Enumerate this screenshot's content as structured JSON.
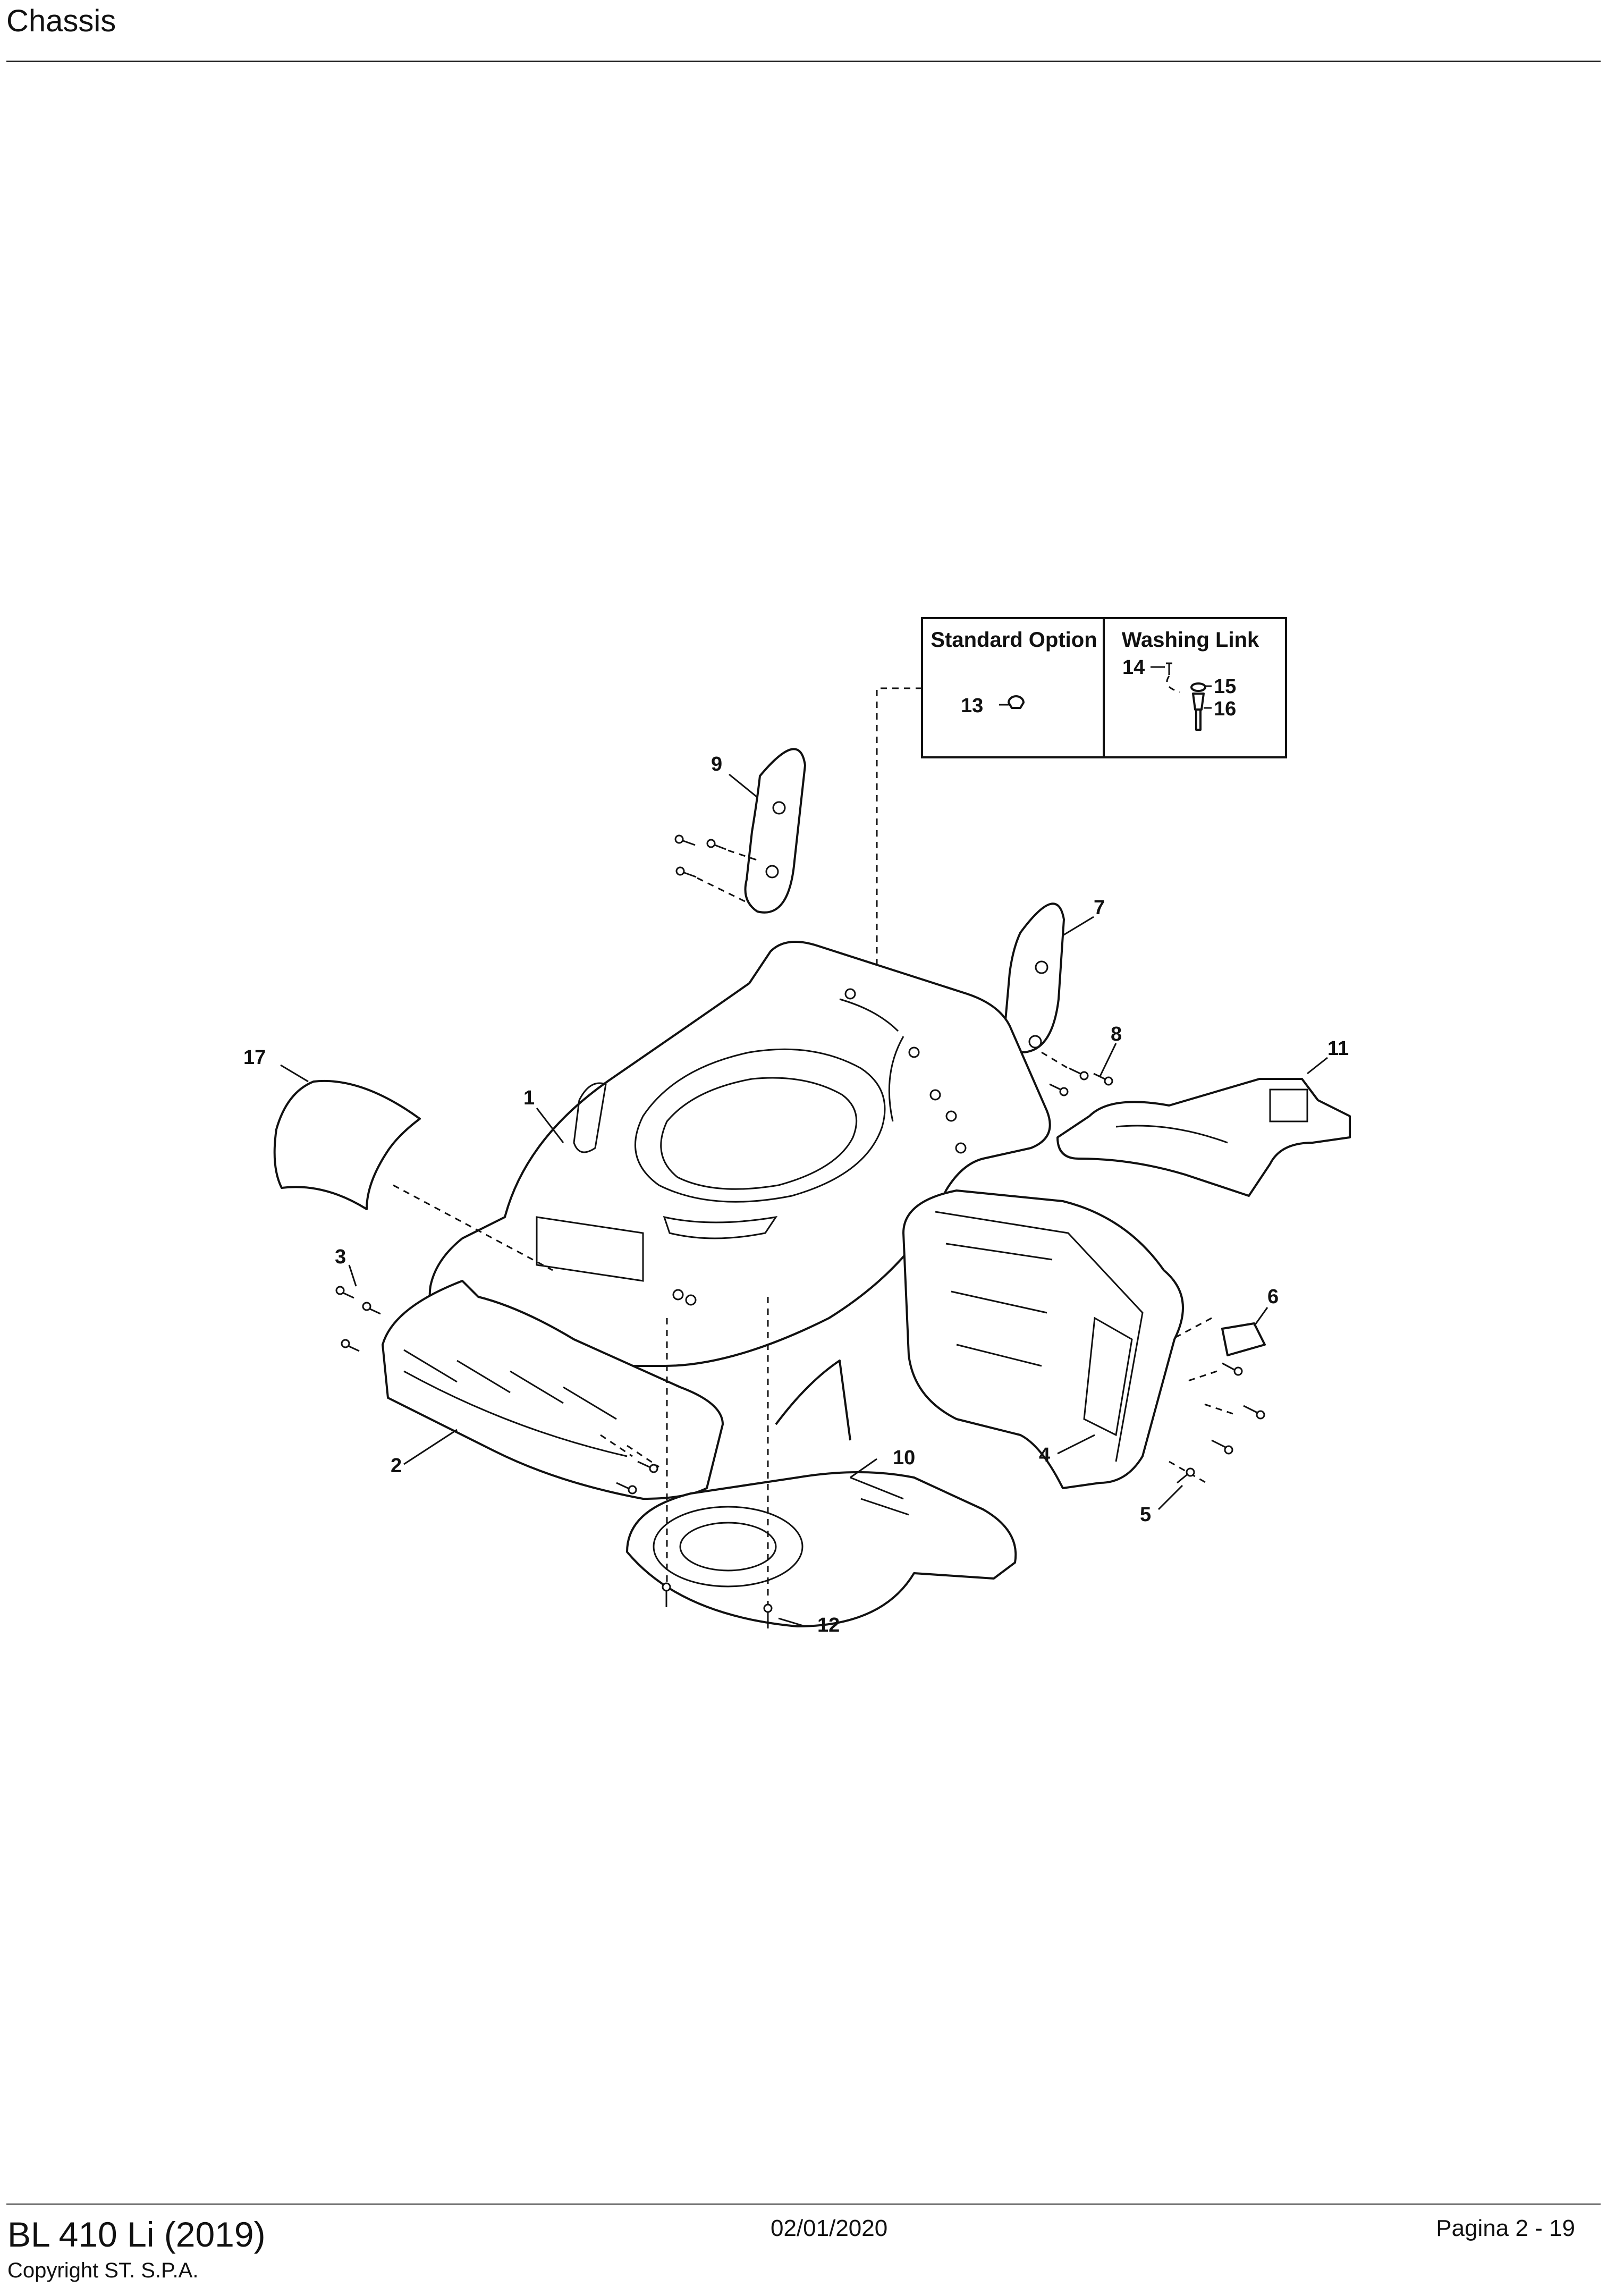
{
  "header": {
    "title": "Chassis"
  },
  "inset": {
    "standard_option": "Standard Option",
    "washing_link": "Washing Link"
  },
  "callouts": [
    {
      "id": "c1",
      "label": "1"
    },
    {
      "id": "c2",
      "label": "2"
    },
    {
      "id": "c3",
      "label": "3"
    },
    {
      "id": "c4",
      "label": "4"
    },
    {
      "id": "c5",
      "label": "5"
    },
    {
      "id": "c6",
      "label": "6"
    },
    {
      "id": "c7",
      "label": "7"
    },
    {
      "id": "c8",
      "label": "8"
    },
    {
      "id": "c9",
      "label": "9"
    },
    {
      "id": "c10",
      "label": "10"
    },
    {
      "id": "c11",
      "label": "11"
    },
    {
      "id": "c12",
      "label": "12"
    },
    {
      "id": "c13",
      "label": "13"
    },
    {
      "id": "c14",
      "label": "14"
    },
    {
      "id": "c15",
      "label": "15"
    },
    {
      "id": "c16",
      "label": "16"
    },
    {
      "id": "c17",
      "label": "17"
    }
  ],
  "footer": {
    "model": "BL 410 Li (2019)",
    "copyright": "Copyright ST. S.P.A.",
    "date": "02/01/2020",
    "page": "Pagina 2 - 19"
  }
}
